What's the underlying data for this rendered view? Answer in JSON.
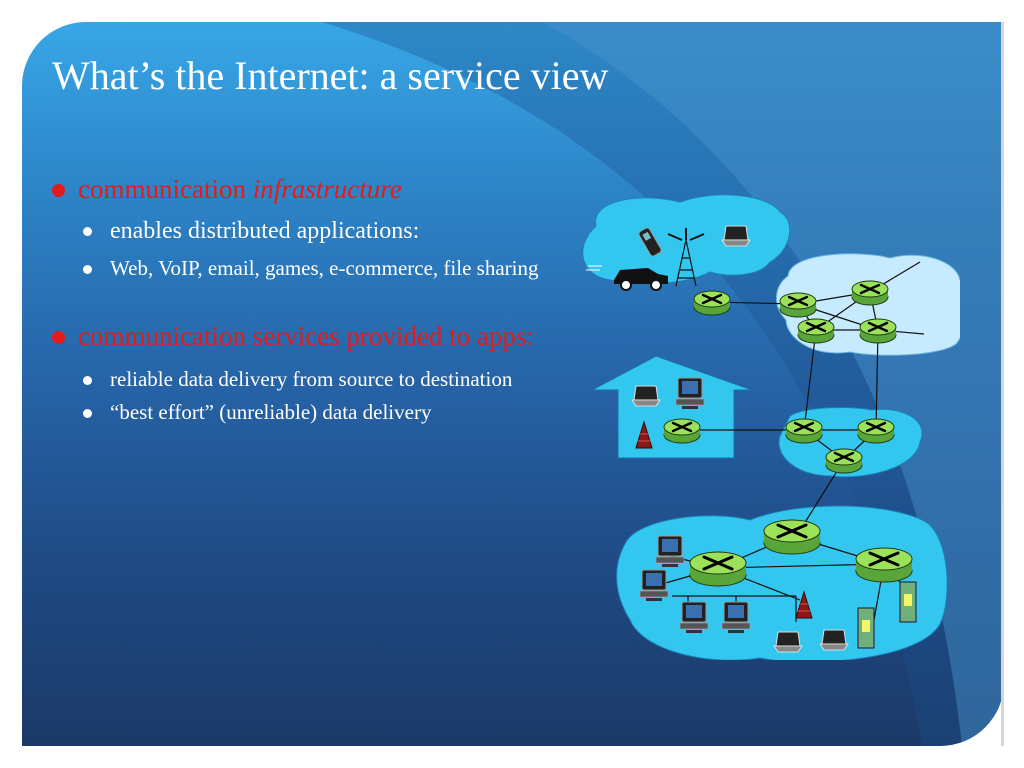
{
  "slide": {
    "title": "What’s the Internet: a service view",
    "bullets": [
      {
        "text_plain": "communication ",
        "text_italic": "infrastructure",
        "children": [
          "enables distributed applications:",
          "Web, VoIP, email, games, e-commerce, file sharing"
        ]
      },
      {
        "text": "communication services provided to apps:",
        "children": [
          "reliable data delivery from source to destination",
          "“best effort” (unreliable) data delivery"
        ]
      }
    ]
  },
  "colors": {
    "bullet_red": "#e31b1b",
    "text_white": "#ffffff",
    "cloud_fill": "#33c7f0",
    "router_fill": "#9be15a"
  },
  "diagram_icons": [
    "mobile-phone-icon",
    "car-icon",
    "cell-tower-icon",
    "laptop-icon",
    "router-icon",
    "desktop-computer-icon",
    "server-icon",
    "wireless-access-point-icon",
    "house-icon"
  ]
}
